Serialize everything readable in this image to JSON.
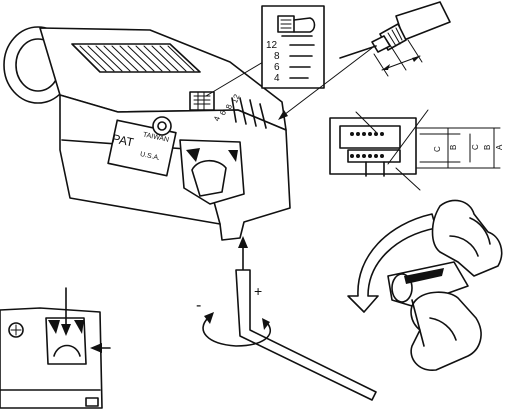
{
  "tool": {
    "body_marks": [
      "PAT",
      "TAIWAN",
      "U.S.A."
    ],
    "scale_marks": [
      "4",
      "6",
      "8",
      "12"
    ]
  },
  "blade_card": {
    "scale_marks": [
      "12",
      "8",
      "6",
      "4"
    ]
  },
  "cross_section": {
    "dimension_labels": [
      "A",
      "B",
      "C",
      "B",
      "C"
    ]
  },
  "hex_key": {
    "minus_label": "-",
    "plus_label": "+"
  }
}
